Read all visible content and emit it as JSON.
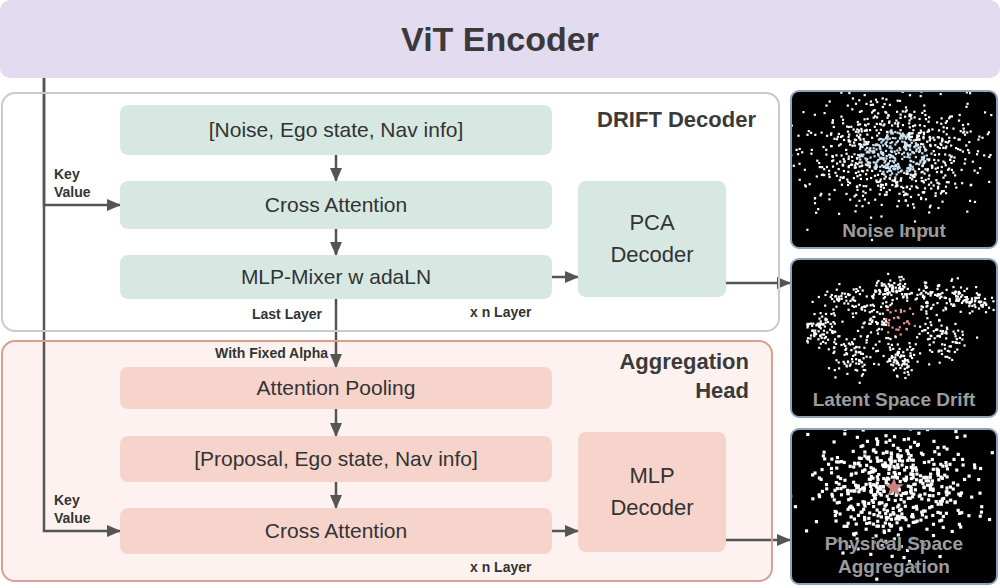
{
  "diagram": {
    "nodes": [
      {
        "text": [
          "ViT Encoder"
        ]
      },
      {
        "text": [
          "DRIFT Decoder"
        ]
      },
      {
        "text": [
          "[Noise, Ego state, Nav info]"
        ],
        "in": 1
      },
      {
        "text": [
          "Cross Attention"
        ],
        "in": 1
      },
      {
        "text": [
          "MLP-Mixer w adaLN"
        ],
        "in": 1
      },
      {
        "text": [
          "PCA Decoder"
        ],
        "in": 1
      },
      {
        "text": [
          "Aggregation Head"
        ]
      },
      {
        "text": [
          "Attention Pooling"
        ],
        "in": 6
      },
      {
        "text": [
          "[Proposal, Ego state, Nav info]"
        ],
        "in": 6
      },
      {
        "text": [
          "Cross Attention"
        ],
        "in": 6
      },
      {
        "text": [
          "MLP Decoder"
        ],
        "in": 6
      },
      {
        "text": [
          "Noise Input"
        ]
      },
      {
        "text": [
          "Latent Space Drift"
        ]
      },
      {
        "text": [
          "Physical Space Aggregation"
        ]
      }
    ],
    "edges": [
      {
        "from": 0,
        "to": 3,
        "arrow": "to",
        "label": "Key Value"
      },
      {
        "from": 2,
        "to": 3,
        "arrow": "to"
      },
      {
        "from": 3,
        "to": 4,
        "arrow": "to"
      },
      {
        "from": 4,
        "to": 5,
        "arrow": "to"
      },
      {
        "from": 5,
        "to": 12,
        "arrow": "to"
      },
      {
        "from": 4,
        "to": 7,
        "arrow": "to",
        "label": "With Fixed Alpha"
      },
      {
        "from": 0,
        "to": 9,
        "arrow": "to",
        "label": "Key Value"
      },
      {
        "from": 7,
        "to": 8,
        "arrow": "to"
      },
      {
        "from": 8,
        "to": 9,
        "arrow": "to"
      },
      {
        "from": 9,
        "to": 10,
        "arrow": "to"
      },
      {
        "from": 10,
        "to": 13,
        "arrow": "to"
      }
    ],
    "labels": [
      "Last Layer",
      "x n Layer",
      "x n Layer"
    ]
  }
}
